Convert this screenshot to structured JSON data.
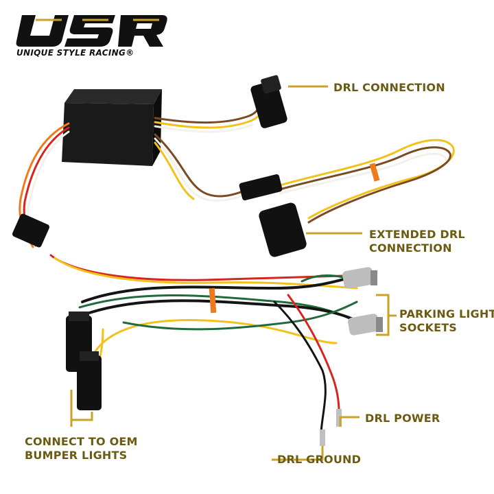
{
  "brand": {
    "logo_text": "USR",
    "tagline": "UNIQUE STYLE RACING",
    "registered_mark": "®"
  },
  "callouts": {
    "drl_connection": "DRL CONNECTION",
    "extended_drl_line1": "EXTENDED DRL",
    "extended_drl_line2": "CONNECTION",
    "parking_line1": "PARKING LIGHT",
    "parking_line2": "SOCKETS",
    "drl_power": "DRL POWER",
    "drl_ground": "DRL GROUND",
    "oem_line1": "CONNECT TO OEM",
    "oem_line2": "BUMPER LIGHTS"
  },
  "colors": {
    "label": "#6b5a12",
    "leader": "#c9a227",
    "wire_yellow": "#f2c21a",
    "wire_green": "#1f6b3a",
    "wire_red": "#d8241f",
    "wire_black": "#141414",
    "wire_white": "#f4f1ea",
    "wire_brown": "#7a4a22",
    "wire_orange": "#ef7a1c"
  }
}
